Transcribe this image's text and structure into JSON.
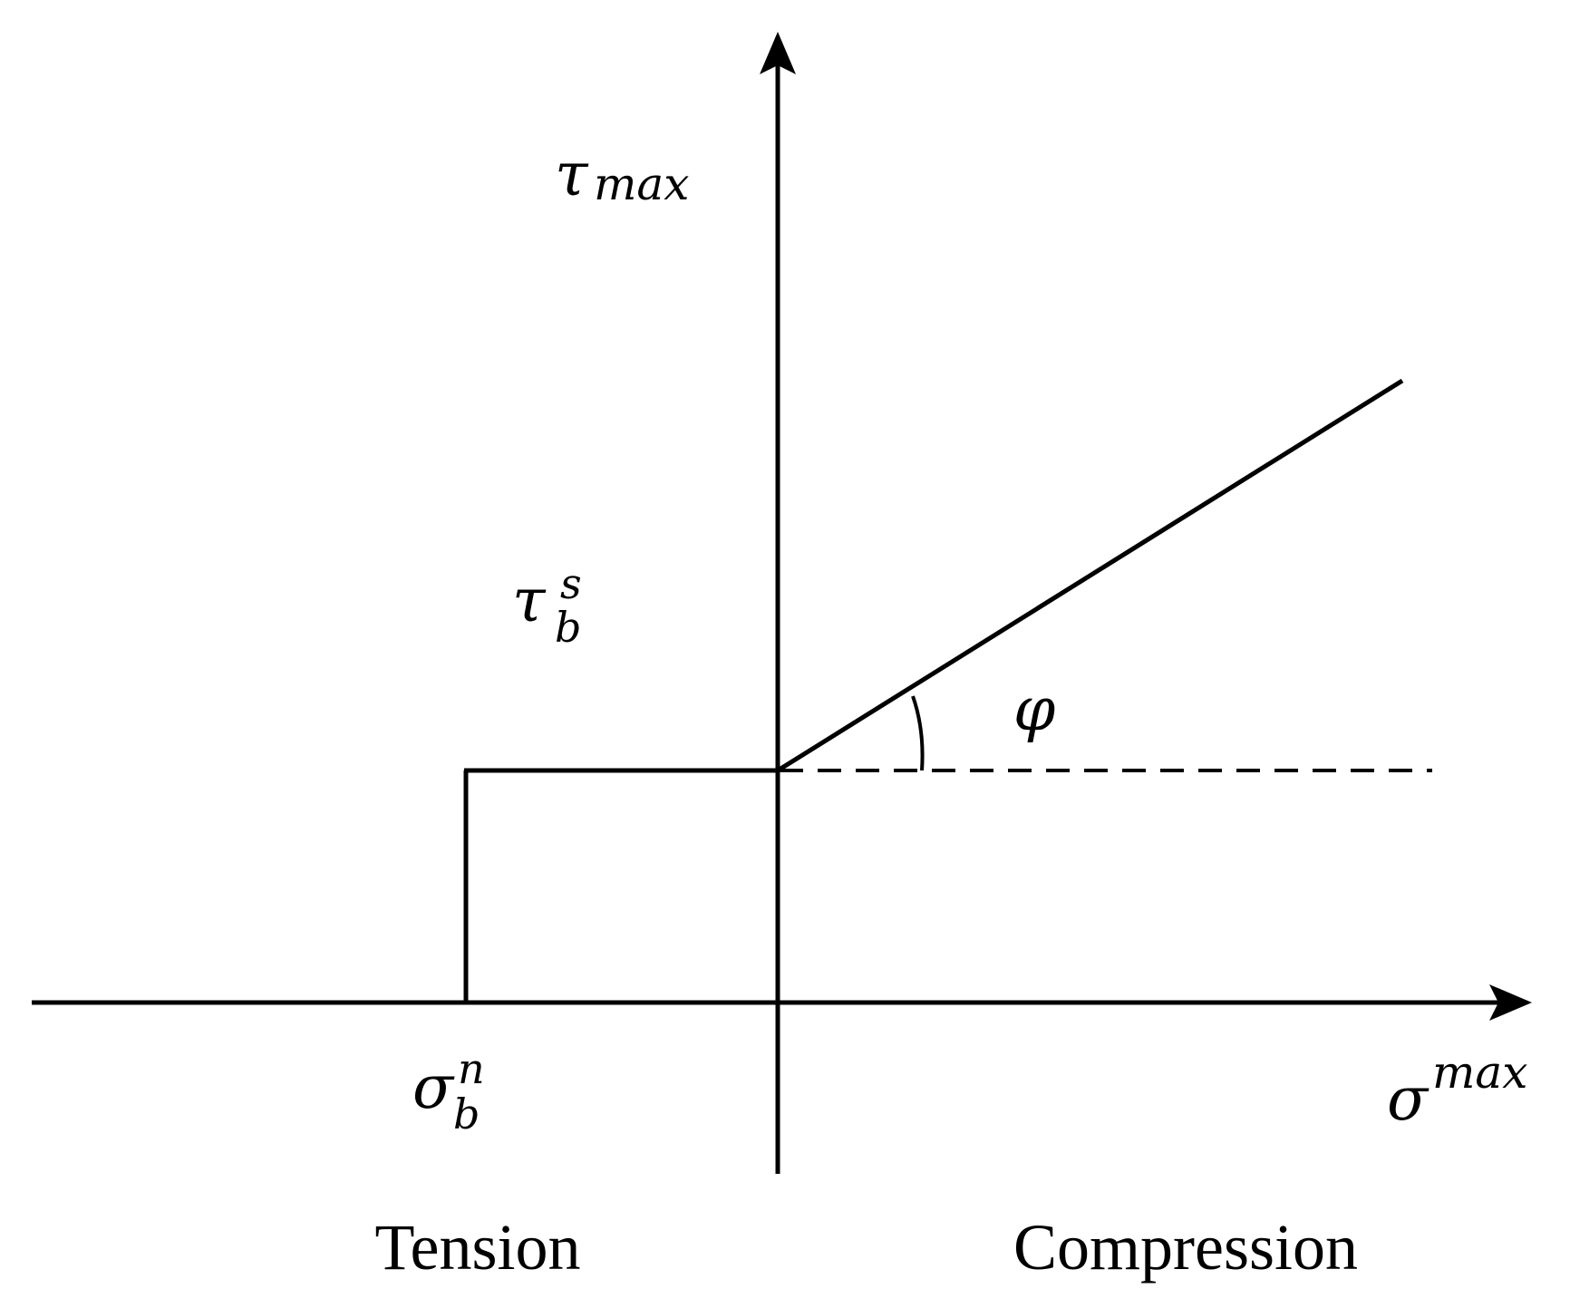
{
  "labels": {
    "y_axis": {
      "main": "τ",
      "sub": "max"
    },
    "x_axis": {
      "main": "σ",
      "sup": "max"
    },
    "shear_strength": {
      "main": "τ",
      "sub": "b",
      "sup": "s"
    },
    "tensile_strength": {
      "main": "σ",
      "sub": "b",
      "sup": "n"
    },
    "friction_angle": "φ",
    "tension_region": "Tension",
    "compression_region": "Compression"
  },
  "colors": {
    "line": "#000000",
    "background": "#ffffff"
  }
}
